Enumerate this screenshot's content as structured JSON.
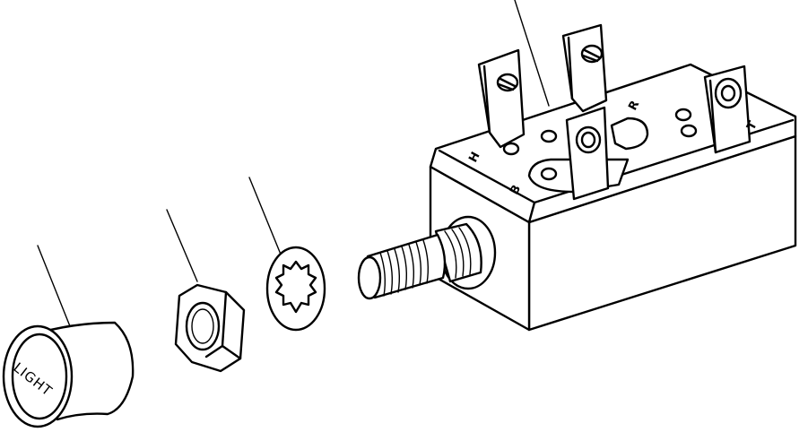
{
  "knob": {
    "label": "LIGHT"
  },
  "terminals": [
    "H",
    "R",
    "B",
    "T"
  ]
}
